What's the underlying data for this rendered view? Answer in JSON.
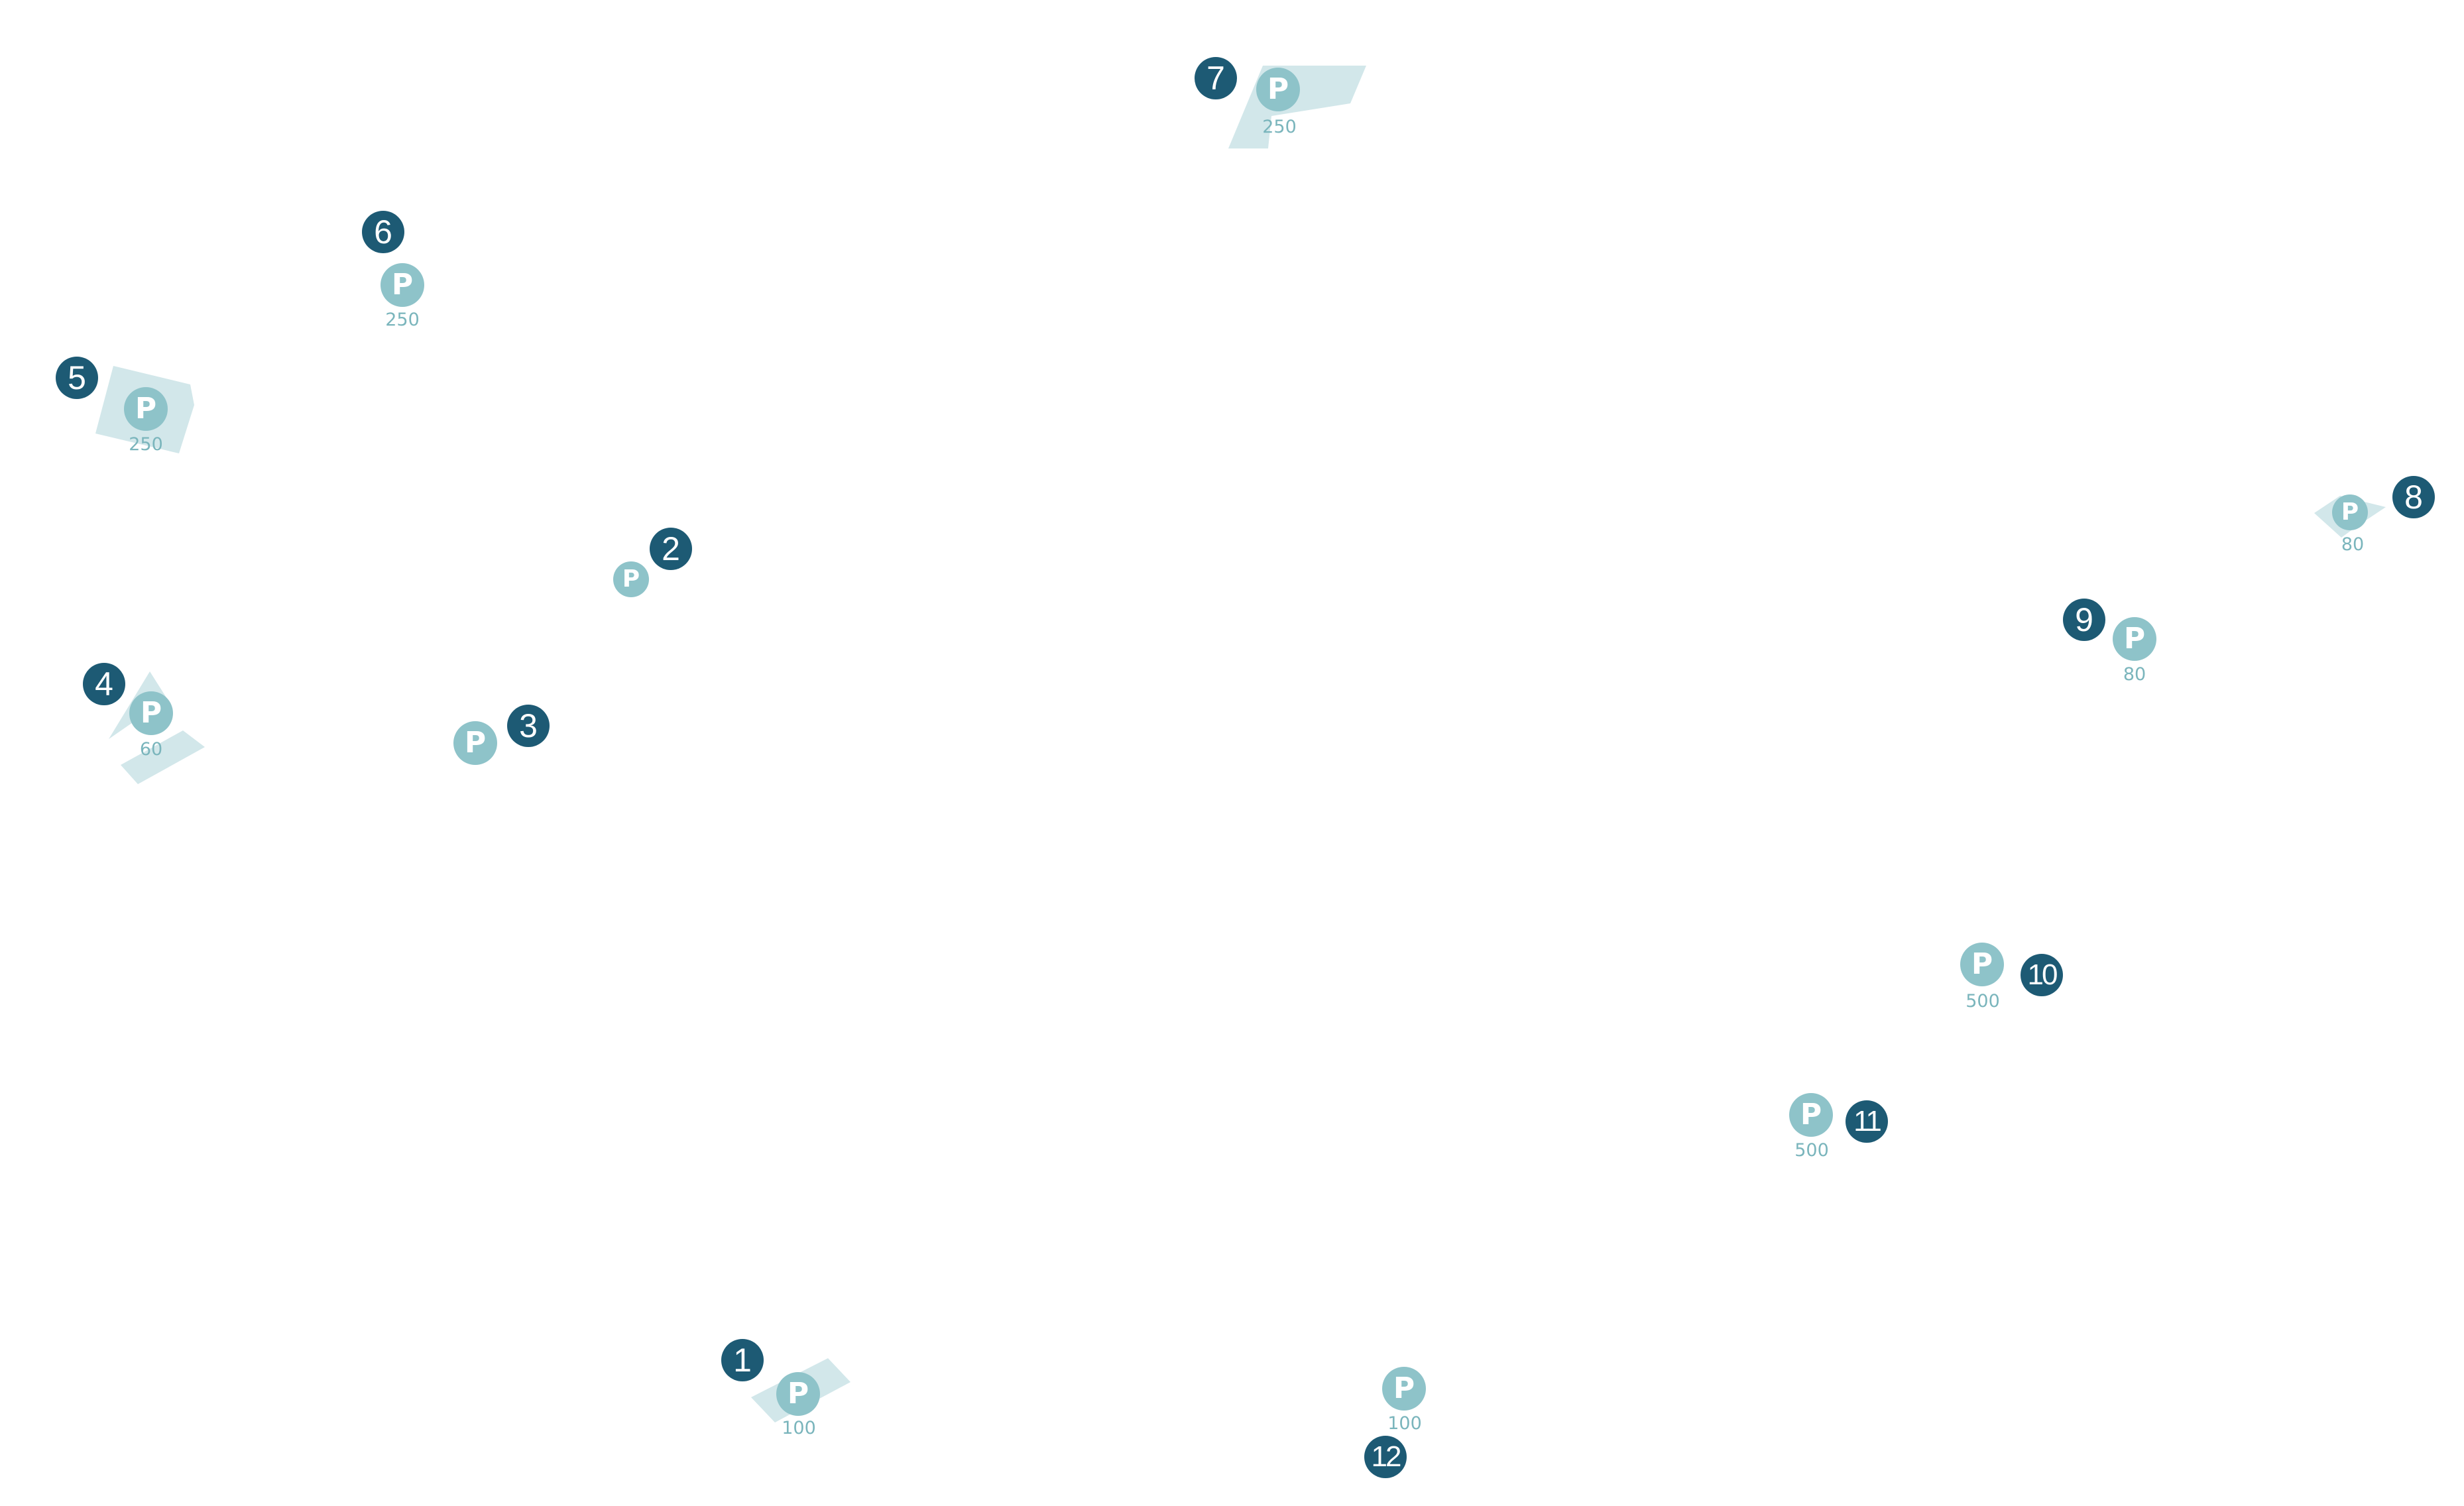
{
  "colors": {
    "background": "#ffffff",
    "marker_fill": "#1d5a74",
    "marker_text": "#ffffff",
    "badge_fill": "#8ec3c9",
    "badge_text": "#ffffff",
    "caption_text": "#7ab5bc",
    "area_fill": "#d2e7ea"
  },
  "icon": "parking-sign-icon",
  "parking_label": "P",
  "lots": [
    {
      "id": 1,
      "number": "1",
      "capacity": "100"
    },
    {
      "id": 2,
      "number": "2",
      "capacity": ""
    },
    {
      "id": 3,
      "number": "3",
      "capacity": ""
    },
    {
      "id": 4,
      "number": "4",
      "capacity": "60"
    },
    {
      "id": 5,
      "number": "5",
      "capacity": "250"
    },
    {
      "id": 6,
      "number": "6",
      "capacity": "250"
    },
    {
      "id": 7,
      "number": "7",
      "capacity": "250"
    },
    {
      "id": 8,
      "number": "8",
      "capacity": "80"
    },
    {
      "id": 9,
      "number": "9",
      "capacity": "80"
    },
    {
      "id": 10,
      "number": "10",
      "capacity": "500"
    },
    {
      "id": 11,
      "number": "11",
      "capacity": "500"
    },
    {
      "id": 12,
      "number": "12",
      "capacity": "100"
    }
  ]
}
